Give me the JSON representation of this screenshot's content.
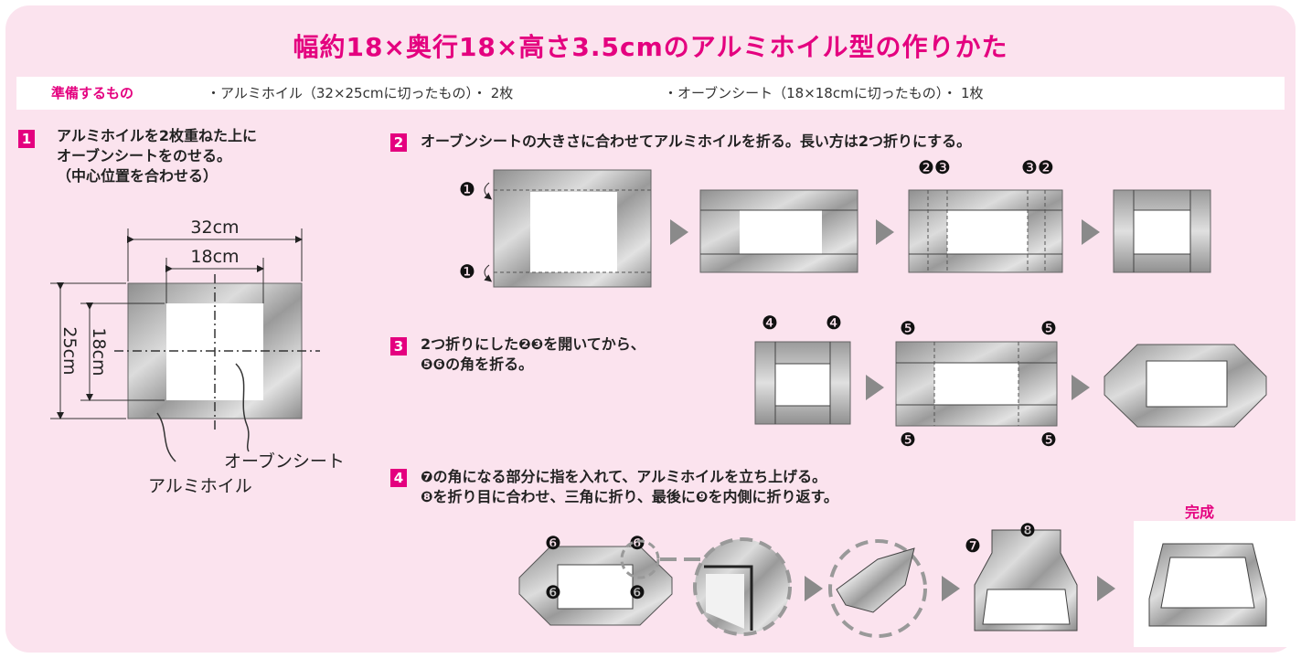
{
  "title": "幅約18×奥行18×高さ3.5cmのアルミホイル型の作りかた",
  "prep": {
    "label": "準備するもの",
    "items": [
      "・アルミホイル（32×25cmに切ったもの）・ 2枚",
      "・オーブンシート（18×18cmに切ったもの）・ 1枚"
    ]
  },
  "steps": [
    {
      "num": "1",
      "lines": [
        "アルミホイルを2枚重ねた上に",
        "オーブンシートをのせる。",
        "（中心位置を合わせる）"
      ]
    },
    {
      "num": "2",
      "lines": [
        "オーブンシートの大きさに合わせてアルミホイルを折る。長い方は2つ折りにする。"
      ]
    },
    {
      "num": "3",
      "lines": [
        "2つ折りにした❷❸を開いてから、",
        "❺❻の角を折る。"
      ]
    },
    {
      "num": "4",
      "lines": [
        "❼の角になる部分に指を入れて、アルミホイルを立ち上げる。",
        "❽を折り目に合わせ、三角に折り、最後に❾を内側に折り返す。"
      ]
    }
  ],
  "diagram1": {
    "width_label": "32cm",
    "sheet_width_label": "18cm",
    "height_label": "25cm",
    "sheet_height_label": "18cm",
    "sheet_callout": "オーブンシート",
    "foil_callout": "アルミホイル"
  },
  "markers": {
    "m1": "❶",
    "m2": "❷",
    "m3": "❸",
    "m4": "❹",
    "m5": "❺",
    "m6": "❻",
    "m7": "❼",
    "m8": "❽",
    "m23": "❷❸",
    "m32": "❸❷"
  },
  "done_label": "完成",
  "colors": {
    "accent": "#e4007f",
    "panel": "#fbe3ee",
    "arrow": "#8a8a8a",
    "foil": "#a0a0a0"
  }
}
